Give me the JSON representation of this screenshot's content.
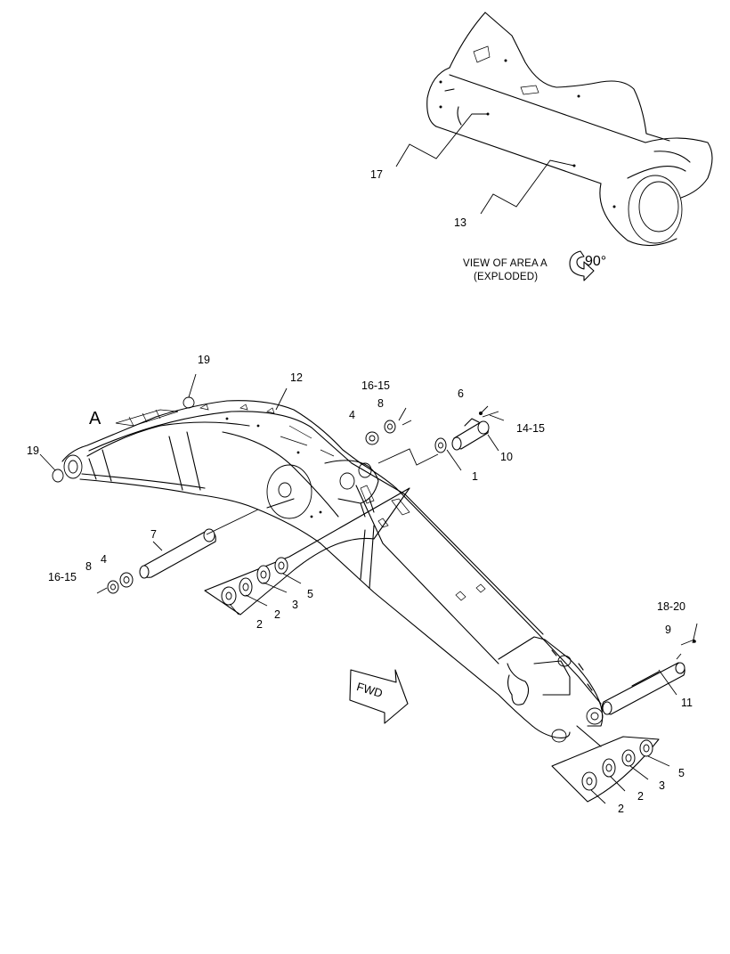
{
  "diagram": {
    "area_marker": "A",
    "inset": {
      "caption_line1": "VIEW OF AREA A",
      "caption_line2": "(EXPLODED)",
      "rotation": "90°"
    },
    "forward_arrow": "FWD",
    "callouts": {
      "c17": "17",
      "c13": "13",
      "c19_top": "19",
      "c19_left": "19",
      "c12": "12",
      "c16_15_top": "16-15",
      "c8_top": "8",
      "c4_top": "4",
      "c6": "6",
      "c14_15": "14-15",
      "c10": "10",
      "c1": "1",
      "c7": "7",
      "c8_left": "8",
      "c4_left": "4",
      "c16_15_left": "16-15",
      "c5_mid": "5",
      "c3_mid": "3",
      "c2_mid_a": "2",
      "c2_mid_b": "2",
      "c18_20": "18-20",
      "c9": "9",
      "c11": "11",
      "c5_low": "5",
      "c3_low": "3",
      "c2_low_a": "2",
      "c2_low_b": "2"
    }
  }
}
